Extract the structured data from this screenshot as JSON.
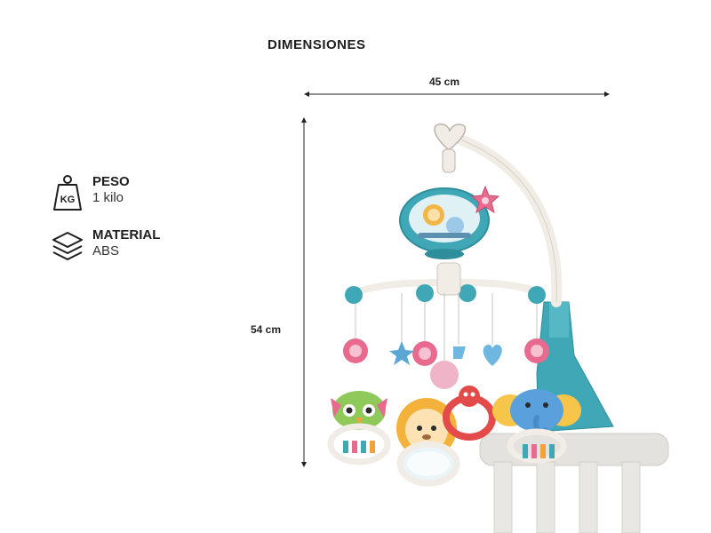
{
  "title": "DIMENSIONES",
  "dimensions": {
    "width": "45 cm",
    "height": "54 cm"
  },
  "specs": [
    {
      "icon": "weight-kg-icon",
      "icon_text": "KG",
      "label": "PESO",
      "value": "1 kilo"
    },
    {
      "icon": "layers-icon",
      "label": "MATERIAL",
      "value": "ABS"
    }
  ],
  "colors": {
    "teal": "#3fa7b6",
    "pink": "#e86a8e",
    "cream": "#f1ece6",
    "crib": "#e2e0dc"
  }
}
